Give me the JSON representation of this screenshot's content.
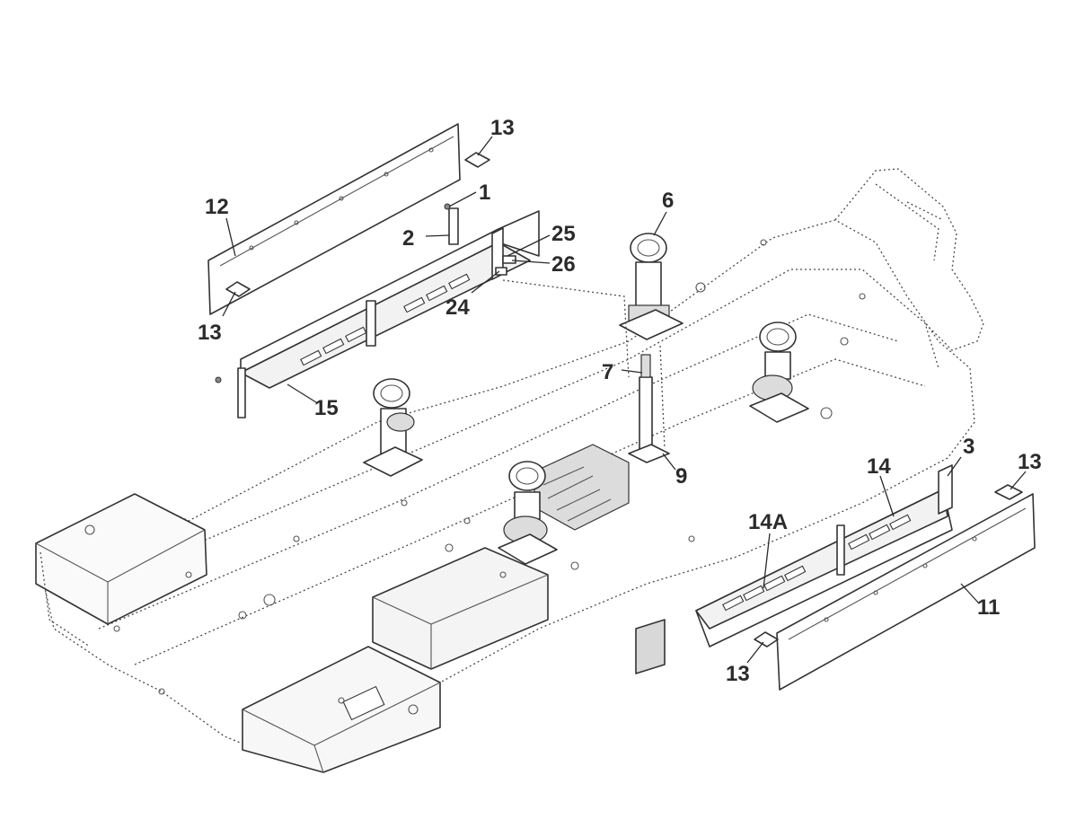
{
  "callouts": {
    "c13_top_left": "13",
    "c12": "12",
    "c13_left_mid": "13",
    "c1": "1",
    "c2": "2",
    "c25": "25",
    "c26": "26",
    "c24": "24",
    "c15": "15",
    "c6": "6",
    "c7": "7",
    "c9": "9",
    "c3": "3",
    "c13_right": "13",
    "c14": "14",
    "c14a": "14A",
    "c11": "11",
    "c13_bottom": "13"
  }
}
